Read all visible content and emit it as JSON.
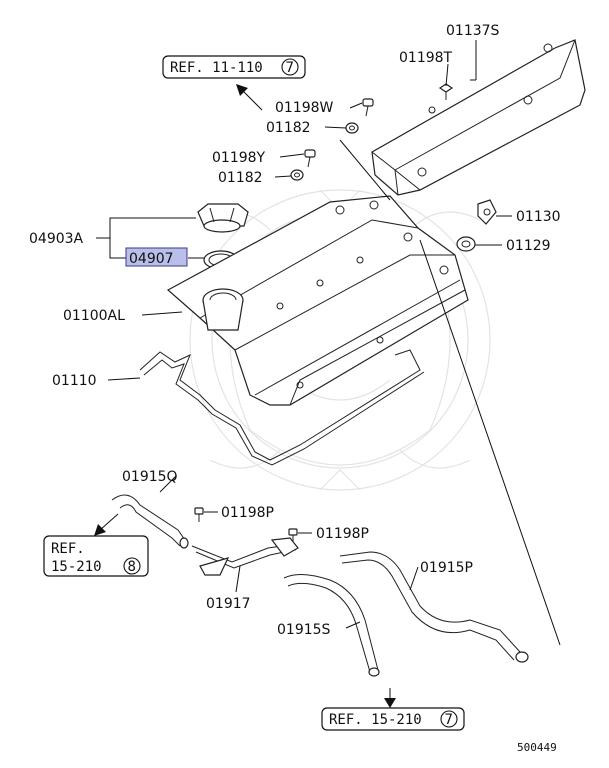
{
  "parts": {
    "p01137S": "01137S",
    "p01198T": "01198T",
    "p01198W": "01198W",
    "p01182a": "01182",
    "p01198Y": "01198Y",
    "p01182b": "01182",
    "p04903A": "04903A",
    "p04907": "04907",
    "p01100AL": "01100AL",
    "p01110": "01110",
    "p01130": "01130",
    "p01129": "01129",
    "p01915Q": "01915Q",
    "p01198Pa": "01198P",
    "p01198Pb": "01198P",
    "p01917": "01917",
    "p01915P": "01915P",
    "p01915S": "01915S"
  },
  "references": {
    "ref_top": {
      "prefix": "REF. 11-110",
      "circled": "7"
    },
    "ref_left_line1": "REF.",
    "ref_left_line2": "15-210",
    "ref_left_circled": "8",
    "ref_bottom": {
      "prefix": "REF. 15-210",
      "circled": "7"
    }
  },
  "diagram_code": "500449",
  "highlight_color": "#b9bfe9"
}
